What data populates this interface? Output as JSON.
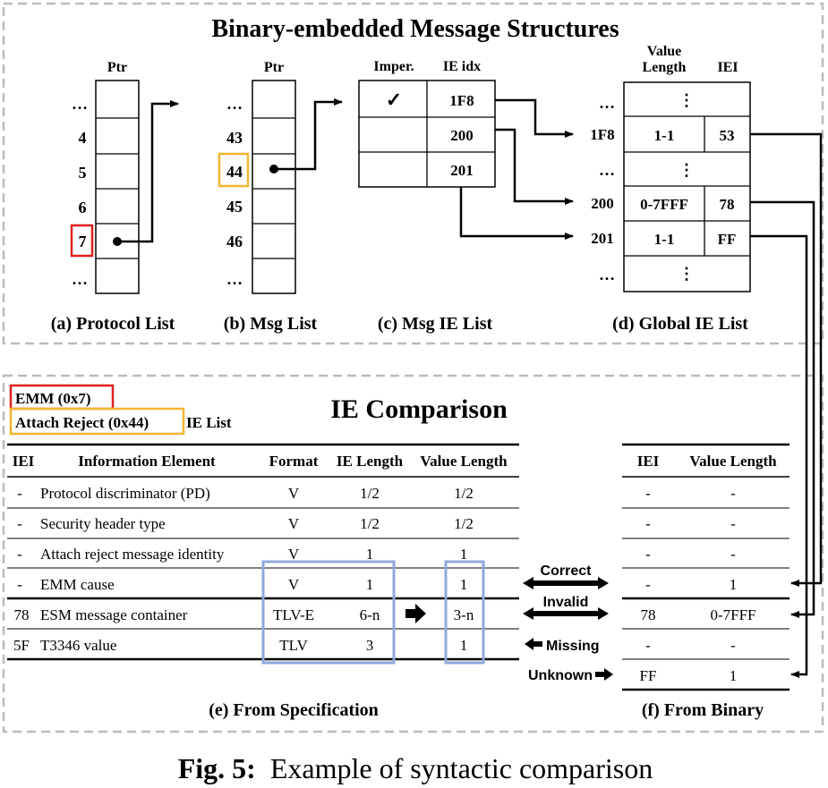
{
  "title": "Binary-embedded Message Structures",
  "protocol_list": {
    "ptr_header": "Ptr",
    "rows": [
      "…",
      "4",
      "5",
      "6",
      "7",
      "…"
    ],
    "caption": "(a)  Protocol List"
  },
  "msg_list": {
    "ptr_header": "Ptr",
    "rows": [
      "…",
      "43",
      "44",
      "45",
      "46",
      "…"
    ],
    "caption": "(b) Msg List"
  },
  "msg_ie_list": {
    "headers": [
      "Imper.",
      "IE idx"
    ],
    "rows": [
      {
        "imper": "✓",
        "idx": "1F8"
      },
      {
        "imper": "",
        "idx": "200"
      },
      {
        "imper": "",
        "idx": "201"
      }
    ],
    "caption": "(c) Msg IE List"
  },
  "global_ie_list": {
    "headers": [
      "Value",
      "Length",
      "IEI"
    ],
    "row_labels": [
      "…",
      "1F8",
      "…",
      "200",
      "201",
      "…"
    ],
    "rows": [
      {
        "value_length": "⋮",
        "iei": ""
      },
      {
        "value_length": "1-1",
        "iei": "53"
      },
      {
        "value_length": "⋮",
        "iei": ""
      },
      {
        "value_length": "0-7FFF",
        "iei": "78"
      },
      {
        "value_length": "1-1",
        "iei": "FF"
      },
      {
        "value_length": "⋮",
        "iei": ""
      }
    ],
    "caption": "(d) Global IE List"
  },
  "ie_comparison_title": "IE Comparison",
  "tags": {
    "protocol": "EMM (0x7)",
    "message": "Attach Reject (0x44)",
    "suffix": "IE List"
  },
  "spec_table": {
    "headers": [
      "IEI",
      "Information Element",
      "Format",
      "IE Length",
      "Value Length"
    ],
    "rows": [
      [
        "-",
        "Protocol discriminator (PD)",
        "V",
        "1/2",
        "1/2"
      ],
      [
        "-",
        "Security header type",
        "V",
        "1/2",
        "1/2"
      ],
      [
        "-",
        "Attach reject message identity",
        "V",
        "1",
        "1"
      ],
      [
        "-",
        "EMM cause",
        "V",
        "1",
        "1"
      ],
      [
        "78",
        "ESM message container",
        "TLV-E",
        "6-n",
        "3-n"
      ],
      [
        "5F",
        "T3346 value",
        "TLV",
        "3",
        "1"
      ]
    ],
    "caption": "(e) From Specification"
  },
  "binary_table": {
    "headers": [
      "IEI",
      "Value Length"
    ],
    "rows": [
      [
        "-",
        "-"
      ],
      [
        "-",
        "-"
      ],
      [
        "-",
        "-"
      ],
      [
        "-",
        "1"
      ],
      [
        "78",
        "0-7FFF"
      ],
      [
        "-",
        "-"
      ],
      [
        "FF",
        "1"
      ]
    ],
    "caption": "(f) From Binary"
  },
  "comparison_labels": {
    "correct": "Correct",
    "invalid": "Invalid",
    "missing": "Missing",
    "unknown": "Unknown"
  },
  "figure_caption": {
    "label": "Fig. 5:",
    "text": "Example of syntactic comparison"
  },
  "colors": {
    "dashed_border": "#bbbbbb",
    "protocol_highlight": "#e02020",
    "message_highlight": "#f2b632",
    "spec_highlight": "#8ea9db"
  }
}
